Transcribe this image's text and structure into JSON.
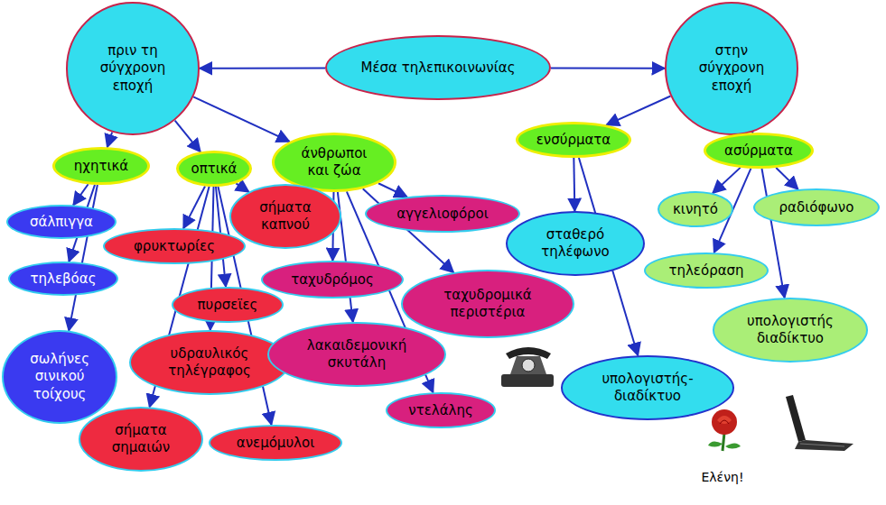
{
  "diagram": {
    "nodes": [
      {
        "text": [
          "Μέσα τηλεπικοινωνίας"
        ]
      },
      {
        "text": [
          "πριν τη σύγχρονη εποχή"
        ]
      },
      {
        "text": [
          "στην σύγχρονη εποχή"
        ]
      },
      {
        "text": [
          "ηχητικά"
        ]
      },
      {
        "text": [
          "οπτικά"
        ]
      },
      {
        "text": [
          "άνθρωποι και ζώα"
        ]
      },
      {
        "text": [
          "ενσύρματα"
        ]
      },
      {
        "text": [
          "ασύρματα"
        ]
      },
      {
        "text": [
          "σάλπιγγα"
        ]
      },
      {
        "text": [
          "τηλεβόας"
        ]
      },
      {
        "text": [
          "σωλήνες σινικού τοίχους"
        ]
      },
      {
        "text": [
          "φρυκτωρίες"
        ]
      },
      {
        "text": [
          "σήματα καπνού"
        ]
      },
      {
        "text": [
          "πυρσεϊες"
        ]
      },
      {
        "text": [
          "υδραυλικός τηλέγραφος"
        ]
      },
      {
        "text": [
          "σήματα σημαιών"
        ]
      },
      {
        "text": [
          "ανεμόμυλοι"
        ]
      },
      {
        "text": [
          "αγγελιοφόροι"
        ]
      },
      {
        "text": [
          "ταχυδρόμος"
        ]
      },
      {
        "text": [
          "ταχυδρομικά περιστέρια"
        ]
      },
      {
        "text": [
          "λακαιδεμονική σκυτάλη"
        ]
      },
      {
        "text": [
          "ντελάλης"
        ]
      },
      {
        "text": [
          "σταθερό τηλέφωνο"
        ]
      },
      {
        "text": [
          "κινητό"
        ]
      },
      {
        "text": [
          "ραδιόφωνο"
        ]
      },
      {
        "text": [
          "τηλεόραση"
        ]
      },
      {
        "text": [
          "υπολογιστής διαδίκτυο"
        ]
      },
      {
        "text": [
          "υπολογιστής- διαδίκτυο"
        ]
      }
    ],
    "edges": [
      {
        "from": 0,
        "to": 1,
        "arrow": "to"
      },
      {
        "from": 0,
        "to": 2,
        "arrow": "to"
      },
      {
        "from": 1,
        "to": 3,
        "arrow": "to"
      },
      {
        "from": 1,
        "to": 4,
        "arrow": "to"
      },
      {
        "from": 1,
        "to": 5,
        "arrow": "to"
      },
      {
        "from": 2,
        "to": 6,
        "arrow": "to"
      },
      {
        "from": 2,
        "to": 7,
        "arrow": "to"
      },
      {
        "from": 3,
        "to": 8,
        "arrow": "to"
      },
      {
        "from": 3,
        "to": 9,
        "arrow": "to"
      },
      {
        "from": 3,
        "to": 10,
        "arrow": "to"
      },
      {
        "from": 4,
        "to": 11,
        "arrow": "to"
      },
      {
        "from": 4,
        "to": 12,
        "arrow": "to"
      },
      {
        "from": 4,
        "to": 13,
        "arrow": "to"
      },
      {
        "from": 4,
        "to": 14,
        "arrow": "to"
      },
      {
        "from": 4,
        "to": 15,
        "arrow": "to"
      },
      {
        "from": 4,
        "to": 16,
        "arrow": "to"
      },
      {
        "from": 5,
        "to": 17,
        "arrow": "to"
      },
      {
        "from": 5,
        "to": 18,
        "arrow": "to"
      },
      {
        "from": 5,
        "to": 19,
        "arrow": "to"
      },
      {
        "from": 5,
        "to": 20,
        "arrow": "to"
      },
      {
        "from": 5,
        "to": 21,
        "arrow": "to"
      },
      {
        "from": 6,
        "to": 22,
        "arrow": "to"
      },
      {
        "from": 6,
        "to": 27,
        "arrow": "to"
      },
      {
        "from": 7,
        "to": 23,
        "arrow": "to"
      },
      {
        "from": 7,
        "to": 24,
        "arrow": "to"
      },
      {
        "from": 7,
        "to": 25,
        "arrow": "to"
      },
      {
        "from": 7,
        "to": 26,
        "arrow": "to"
      }
    ],
    "labels": [
      "Ελένη!"
    ]
  }
}
